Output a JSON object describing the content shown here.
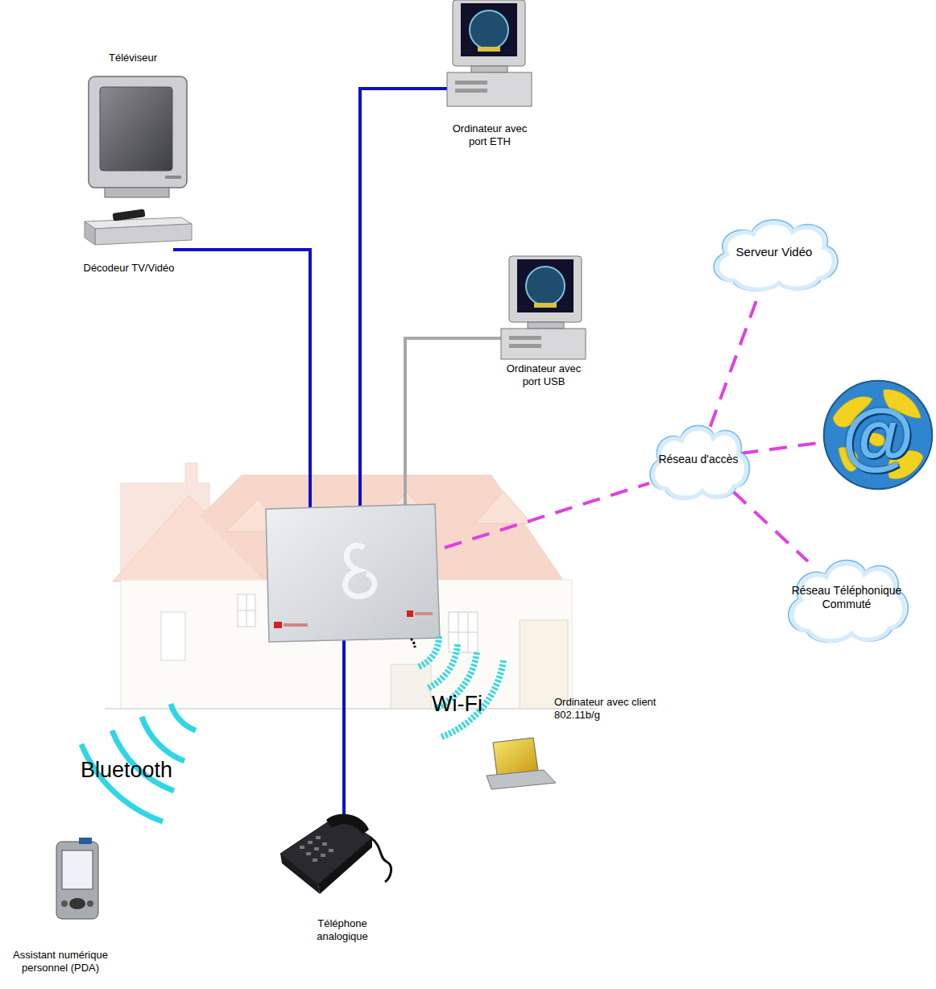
{
  "diagram": {
    "nodes": [
      {
        "text": [
          "Serveur Vidéo"
        ]
      },
      {
        "text": [
          "@"
        ]
      },
      {
        "text": [
          "Réseau d'accès"
        ]
      },
      {
        "text": [
          "Réseau Téléphonique Commuté"
        ]
      }
    ],
    "edges": [
      {
        "from": 2,
        "to": 0,
        "arrow": "none"
      },
      {
        "from": 2,
        "to": 1,
        "arrow": "none"
      },
      {
        "from": 2,
        "to": 3,
        "arrow": "none"
      }
    ],
    "labels": [
      "Téléviseur",
      "Décodeur TV/Vidéo",
      "Ordinateur avec port ETH",
      "Ordinateur avec port USB",
      "Wi-Fi",
      "Bluetooth",
      "Ordinateur avec client 802.11b/g",
      "Téléphone analogique",
      "Assistant numérique personnel (PDA)"
    ]
  }
}
